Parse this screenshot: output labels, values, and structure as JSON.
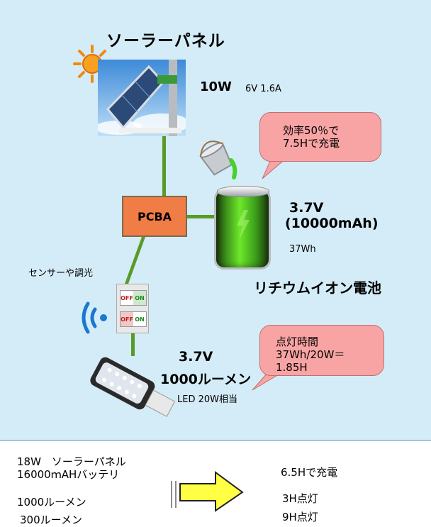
{
  "diagram": {
    "solar_title": "ソーラーパネル",
    "solar_power": "10W",
    "solar_spec": "6V 1.6A",
    "pcba_label": "PCBA",
    "efficiency_callout": {
      "line1": "効率50％で",
      "line2": "7.5Hで充電"
    },
    "battery_voltage": "3.7V",
    "battery_capacity": "(10000mAh)",
    "battery_wh": "37Wh",
    "battery_label": "リチウムイオン電池",
    "sensor_label": "センサーや調光",
    "switch_off": "OFF",
    "switch_on": "ON",
    "lighting_callout": {
      "line1": "点灯時間",
      "line2": "37Wh/20W＝1.85H"
    },
    "lamp_voltage": "3.7V",
    "lamp_lumen": "1000ルーメン",
    "lamp_equiv": "LED 20W相当"
  },
  "comparison": {
    "spec_line1": "18W　ソーラーパネル",
    "spec_line2": "16000ｍAHバッテリ",
    "lumen_high": "1000ルーメン",
    "lumen_low": "300ルーメン",
    "charge_time": "6.5Hで充電",
    "light_time_high": "3H点灯",
    "light_time_low": "9H点灯"
  },
  "colors": {
    "panel_bg": "#d4ecf7",
    "wire": "#5a9a28",
    "pcba": "#f07d45",
    "callout": "#f9a4a4",
    "arrow": "#ffff44"
  }
}
